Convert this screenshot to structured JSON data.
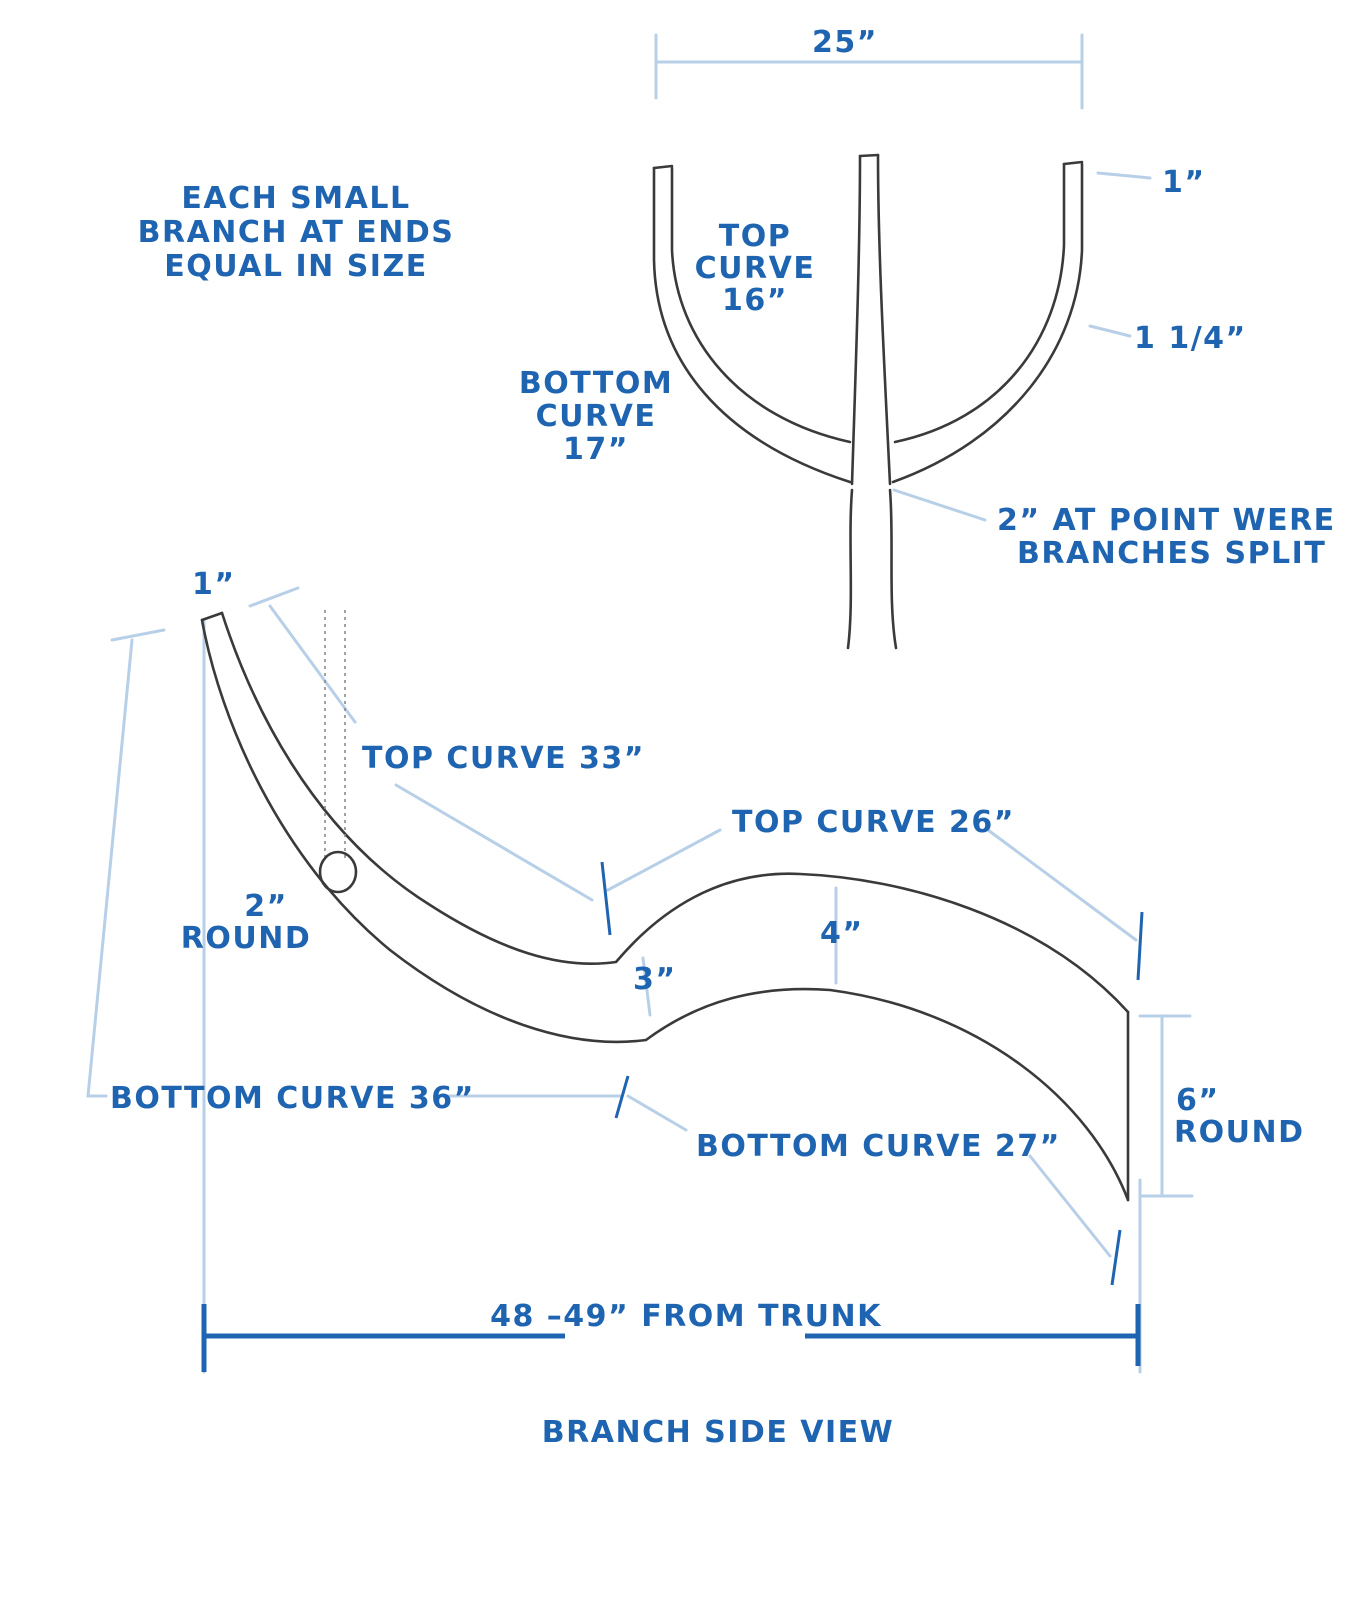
{
  "notes": {
    "each_small_branch": [
      "EACH SMALL",
      "BRANCH AT ENDS",
      "EQUAL IN SIZE"
    ]
  },
  "front_view": {
    "width_label": "25”",
    "tip_label": "1”",
    "branch_thickness_label": "1 1/4”",
    "top_curve": [
      "TOP",
      "CURVE",
      "16”"
    ],
    "bottom_curve": [
      "BOTTOM",
      "CURVE",
      "17”"
    ],
    "split_note": [
      "2” AT POINT WERE",
      "BRANCHES SPLIT"
    ]
  },
  "side_view": {
    "tip_label": "1”",
    "top_curve_1": "TOP CURVE 33”",
    "top_curve_2": "TOP CURVE 26”",
    "round_2": [
      "2”",
      "ROUND"
    ],
    "mid_3": "3”",
    "mid_4": "4”",
    "bottom_curve_1": "BOTTOM CURVE 36”",
    "bottom_curve_2": "BOTTOM CURVE 27”",
    "round_6": [
      "6”",
      "ROUND"
    ],
    "length_label": "48 –49” FROM TRUNK",
    "caption": "BRANCH SIDE VIEW"
  }
}
